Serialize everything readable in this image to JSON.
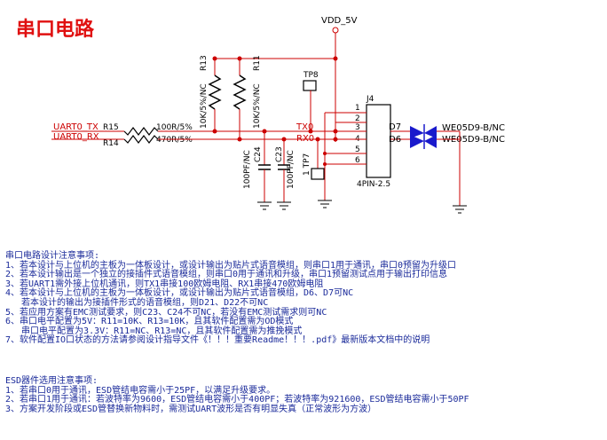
{
  "title": "串口电路",
  "power": {
    "vdd": "VDD_5V"
  },
  "nets": {
    "uart_tx": "UART0_TX",
    "uart_rx": "UART0_RX",
    "tx0": "TX0",
    "rx0": "RX0"
  },
  "components": {
    "r13": {
      "ref": "R13",
      "value": "10K/5%/NC"
    },
    "r11": {
      "ref": "R11",
      "value": "10K/5%/NC"
    },
    "r15": {
      "ref": "R15",
      "value": "100R/5%"
    },
    "r14": {
      "ref": "R14",
      "value": "470R/5%"
    },
    "c24": {
      "ref": "C24",
      "value": "100PF/NC"
    },
    "c23": {
      "ref": "C23",
      "value": "100PF/NC"
    },
    "tp8": {
      "ref": "TP8"
    },
    "tp7": {
      "ref": "1 TP7"
    },
    "j4": {
      "ref": "J4",
      "value": "4PIN-2.5",
      "pins": [
        "1",
        "2",
        "3",
        "4",
        "5",
        "6"
      ]
    },
    "d7": {
      "ref": "D7",
      "value": "WE05D9-B/NC"
    },
    "d6": {
      "ref": "D6",
      "value": "WE05D9-B/NC"
    }
  },
  "design_notes": {
    "title": "串口电路设计注意事项:",
    "lines": [
      "1、若本设计与上位机的主板为一体板设计，或设计输出为贴片式语音模组，则串口1用于通讯，串口0预留为升级口",
      "2、若本设计输出是一个独立的接插件式语音模组，则串口0用于通讯和升级，串口1预留测试点用于输出打印信息",
      "3、若UART1需外接上位机通讯，则TX1串接100欧姆电阻、RX1串接470欧姆电阻",
      "4、若本设计与上位机的主板为一体板设计，或设计输出为贴片式语音模组，D6、D7可NC",
      "   若本设计的输出为接插件形式的语音模组，则D21、D22不可NC",
      "5、若应用方案有EMC测试要求，则C23、C24不可NC，若没有EMC测试需求则可NC",
      "6、串口电平配置为5V：R11=10K、R13=10K，且其软件配置需为OD模式",
      "   串口电平配置为3.3V：R11=NC、R13=NC，且其软件配置需为推挽模式",
      "7、软件配置IO口状态的方法请参阅设计指导文件《！！！重要Readme！！！.pdf》最新版本文档中的说明",
      ""
    ]
  },
  "esd_notes": {
    "title": "ESD器件选用注意事项:",
    "lines": [
      "1、若串口0用于通讯，ESD管结电容需小于25PF，以满足升级要求。",
      "2、若串口1用于通讯：若波特率为9600，ESD管结电容需小于400PF；若波特率为921600，ESD管结电容需小于50PF",
      "3、方案开发阶段或ESD管替换新物料时，需测试UART波形是否有明显失真（正常波形为方波）"
    ]
  }
}
